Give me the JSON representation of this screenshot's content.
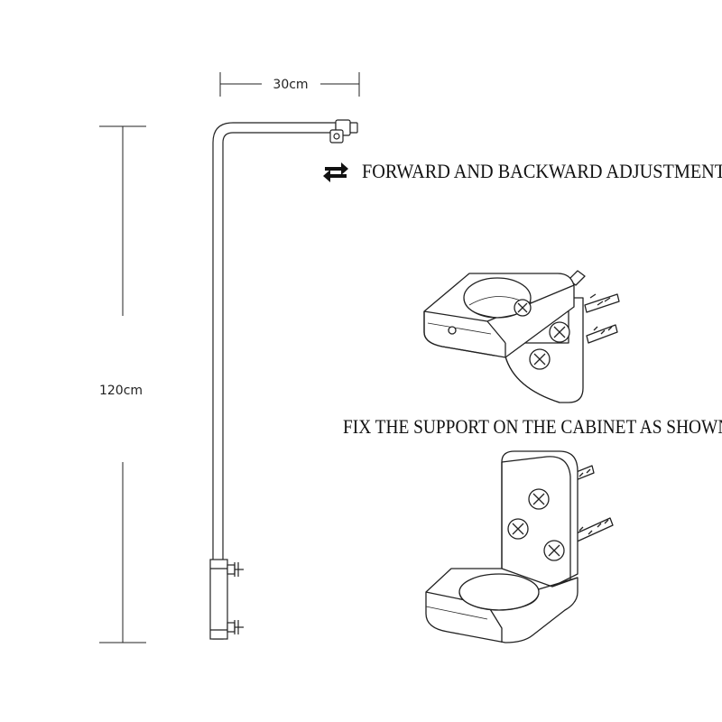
{
  "dimensions": {
    "width_label": "30cm",
    "height_label": "120cm"
  },
  "captions": {
    "adjustment": "FORWARD AND BACKWARD ADJUSTMENT",
    "fix": "FIX THE SUPPORT ON THE CABINET AS SHOWN"
  },
  "icons": {
    "adjustment": "swap-arrows-icon"
  },
  "colors": {
    "line": "#222222",
    "background": "#ffffff",
    "plate_shadow": "#d9d9d9"
  }
}
